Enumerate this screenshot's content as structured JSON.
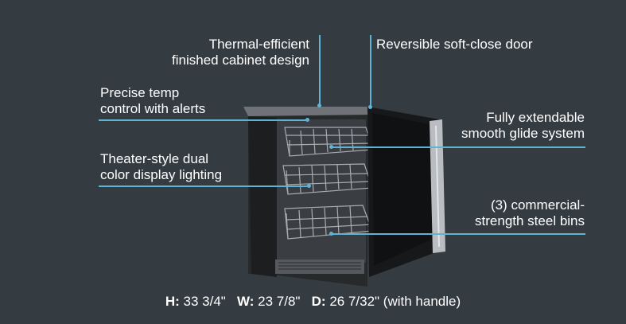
{
  "callouts": {
    "cabinet": [
      "Thermal-efficient",
      "finished cabinet design"
    ],
    "door": [
      "Reversible soft-close door"
    ],
    "temp": [
      "Precise temp",
      "control with alerts"
    ],
    "glide": [
      "Fully extendable",
      "smooth glide system"
    ],
    "lighting": [
      "Theater-style dual",
      "color display lighting"
    ],
    "bins": [
      "(3) commercial-",
      "strength steel bins"
    ]
  },
  "dimensions": {
    "h_label": "H:",
    "h_value": "33 3/4\"",
    "w_label": "W:",
    "w_value": "23 7/8\"",
    "d_label": "D:",
    "d_value": "26 7/32\" (with handle)"
  },
  "colors": {
    "background": "#343b41",
    "accent": "#5fb4d6"
  }
}
